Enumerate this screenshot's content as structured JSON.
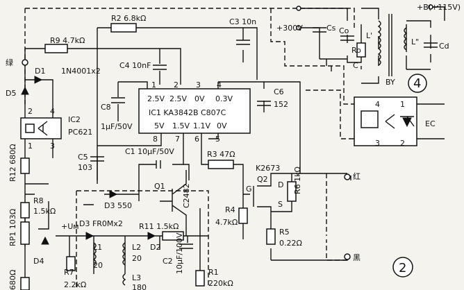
{
  "ic1": {
    "name": "IC1  KA3842B  C807C",
    "p1": "1",
    "p2": "2",
    "p3": "3",
    "p4": "4",
    "p5": "5",
    "p6": "6",
    "p7": "7",
    "p8": "8",
    "v_top1": "2.5V",
    "v_top2": "2.5V",
    "v_top3": "0V",
    "v_top4": "0.3V",
    "v_bot1": "5V",
    "v_bot2": "1.5V",
    "v_bot3": "1.1V",
    "v_bot4": "0V"
  },
  "r2": "R2  6.8kΩ",
  "c3": "C3  10n",
  "r9": "R9  4.7kΩ",
  "lv": "绿",
  "d1": "D1",
  "d1_part": "1N4001x2",
  "c4": "C4  10nF",
  "d5": "D5",
  "c8": "C8",
  "c8_val": "1μF/50V",
  "c6": "C6",
  "c6_val": "152",
  "ic2": "IC2",
  "ic2_part": "PC621",
  "ic2_p1": "1",
  "ic2_p2": "2",
  "ic2_p3": "3",
  "ic2_p4": "4",
  "c5": "C5",
  "c5_val": "103",
  "c1": "C1  10μF/50V",
  "r3": "R3  47Ω",
  "q2_part": "K2673",
  "q2": "Q2",
  "q2_g": "G",
  "q2_d": "D",
  "q2_s": "S",
  "r4": "R4",
  "r4_val": "4.7kΩ",
  "r6": "R6  1kΩ",
  "r5": "R5",
  "r5_val": "0.22Ω",
  "r12": "R12  680Ω",
  "r8": "R8",
  "r8_val": "1.5kΩ",
  "rp1": "RP1  103Ω",
  "d4": "D4",
  "q1": "Q1",
  "q1_part": "C2482",
  "d3_550": "D3  550",
  "um": "+Uм",
  "d3": "D3  FR0Mx2",
  "r11": "R11  1.5kΩ",
  "l1": "L1",
  "l1_val": "20",
  "l2": "L2",
  "l2_val": "20",
  "d2": "D2",
  "c2": "C2",
  "c2_val": "10μF/100V",
  "r7": "R7",
  "r7_val": "2.2kΩ",
  "l3": "L3",
  "l3_val": "180",
  "r1": "R1",
  "r1_val": "220kΩ",
  "r_680": "680Ω",
  "v300": "+300V",
  "cs": "Cs",
  "co": "Co",
  "l_prime": "L'",
  "ro": "Ro",
  "c_node": "C",
  "l_dprime": "L\"",
  "by": "BY",
  "b115": "+B(+115V)",
  "cd": "Cd",
  "circle4": "4",
  "ec": "EC",
  "ec_p4": "4",
  "ec_p3": "3",
  "ec_p1": "1",
  "ec_p2": "2",
  "red": "红",
  "black": "黑",
  "circle2": "2"
}
